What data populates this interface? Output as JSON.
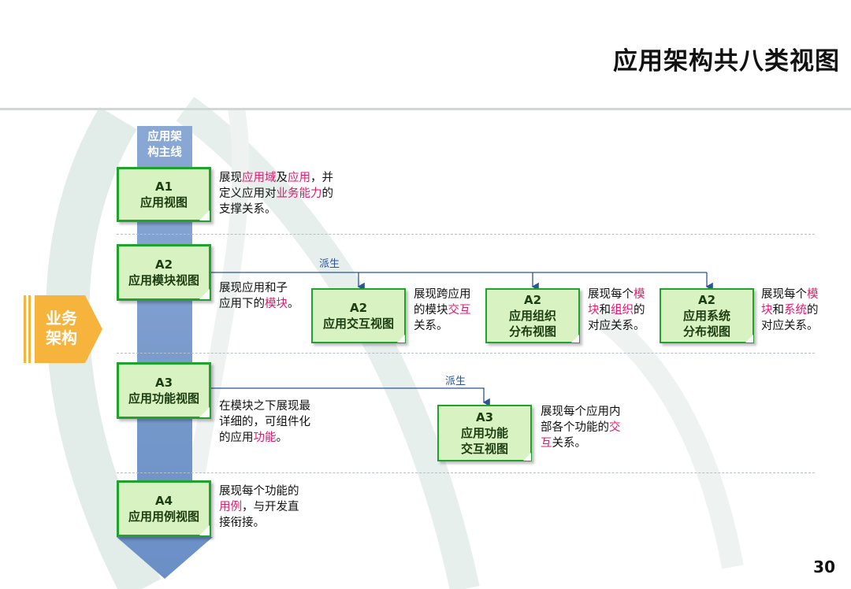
{
  "title": "应用架构共八类视图",
  "page_number": "30",
  "spine_label": [
    "应用架",
    "构主线"
  ],
  "business_arch": [
    "业务",
    "架构"
  ],
  "derive_label_1": "派生",
  "derive_label_2": "派生",
  "a1": {
    "code": "A1",
    "name": "应用视图",
    "desc": [
      [
        {
          "t": "展现"
        },
        {
          "t": "应用域",
          "hl": true
        },
        {
          "t": "及"
        },
        {
          "t": "应用",
          "hl": true
        },
        {
          "t": "，并"
        }
      ],
      [
        {
          "t": "定义应用对"
        },
        {
          "t": "业务能力",
          "hl": true
        },
        {
          "t": "的"
        }
      ],
      [
        {
          "t": "支撑关系。"
        }
      ]
    ]
  },
  "a2": {
    "code": "A2",
    "name": "应用模块视图",
    "desc": [
      [
        {
          "t": "展现应用和子"
        }
      ],
      [
        {
          "t": "应用下的"
        },
        {
          "t": "模块",
          "hl": true
        },
        {
          "t": "。"
        }
      ]
    ]
  },
  "a2_interaction": {
    "code": "A2",
    "name": "应用交互视图",
    "desc": [
      [
        {
          "t": "展现跨应用"
        }
      ],
      [
        {
          "t": "的模块"
        },
        {
          "t": "交互",
          "hl": true
        }
      ],
      [
        {
          "t": "关系。"
        }
      ]
    ]
  },
  "a2_org": {
    "code": "A2",
    "name_lines": [
      "应用组织",
      "分布视图"
    ],
    "desc": [
      [
        {
          "t": "展现每个"
        },
        {
          "t": "模",
          "hl": true
        }
      ],
      [
        {
          "t": "块",
          "hl": true
        },
        {
          "t": "和"
        },
        {
          "t": "组织",
          "hl": true
        },
        {
          "t": "的"
        }
      ],
      [
        {
          "t": "对应关系。"
        }
      ]
    ]
  },
  "a2_sys": {
    "code": "A2",
    "name_lines": [
      "应用系统",
      "分布视图"
    ],
    "desc": [
      [
        {
          "t": "展现每个"
        },
        {
          "t": "模",
          "hl": true
        }
      ],
      [
        {
          "t": "块",
          "hl": true
        },
        {
          "t": "和"
        },
        {
          "t": "系统",
          "hl": true
        },
        {
          "t": "的"
        }
      ],
      [
        {
          "t": "对应关系。"
        }
      ]
    ]
  },
  "a3": {
    "code": "A3",
    "name": "应用功能视图",
    "desc": [
      [
        {
          "t": "在模块之下展现最"
        }
      ],
      [
        {
          "t": "详细的，可组件化"
        }
      ],
      [
        {
          "t": "的应用"
        },
        {
          "t": "功能",
          "hl": true
        },
        {
          "t": "。"
        }
      ]
    ]
  },
  "a3_interaction": {
    "code": "A3",
    "name_lines": [
      "应用功能",
      "交互视图"
    ],
    "desc": [
      [
        {
          "t": "展现每个应用内"
        }
      ],
      [
        {
          "t": "部各个功能的"
        },
        {
          "t": "交",
          "hl": true
        }
      ],
      [
        {
          "t": "互",
          "hl": true
        },
        {
          "t": "关系。"
        }
      ]
    ]
  },
  "a4": {
    "code": "A4",
    "name": "应用用例视图",
    "desc": [
      [
        {
          "t": "展现每个功能的"
        }
      ],
      [
        {
          "t": "用例",
          "hl": true
        },
        {
          "t": "，与开发直"
        }
      ],
      [
        {
          "t": "接衔接。"
        }
      ]
    ]
  },
  "colors": {
    "card_fill": "#d9f2c2",
    "card_border": "#1fa32c",
    "highlight": "#e0196d",
    "spine": "#7e9fce",
    "business_arrow": "#f6b43c",
    "connector": "#2b5596"
  }
}
